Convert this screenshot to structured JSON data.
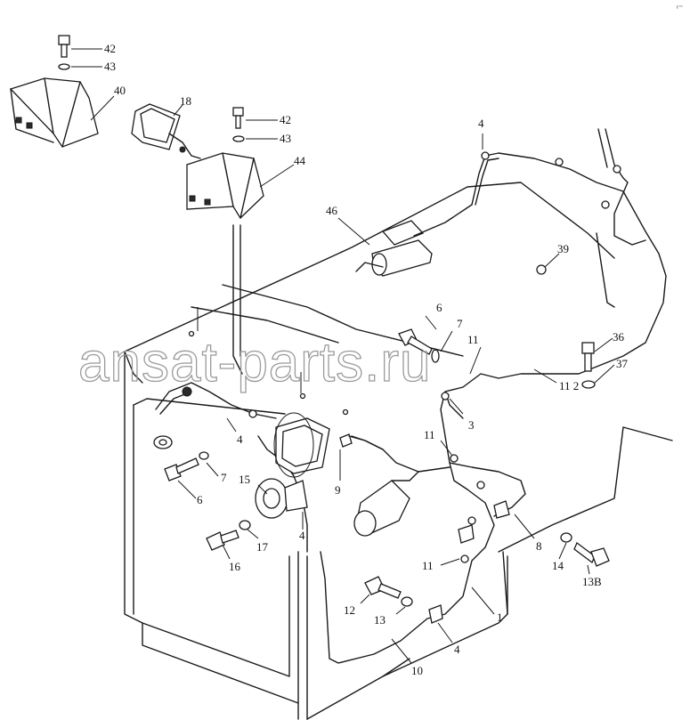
{
  "watermark": "ansat-parts.ru",
  "corner_mark": "ʳ⁻",
  "callouts": [
    {
      "id": "c42a",
      "text": "42"
    },
    {
      "id": "c43a",
      "text": "43"
    },
    {
      "id": "c40",
      "text": "40"
    },
    {
      "id": "c18",
      "text": "18"
    },
    {
      "id": "c42b",
      "text": "42"
    },
    {
      "id": "c43b",
      "text": "43"
    },
    {
      "id": "c44",
      "text": "44"
    },
    {
      "id": "c4a",
      "text": "4"
    },
    {
      "id": "c46",
      "text": "46"
    },
    {
      "id": "c39",
      "text": "39"
    },
    {
      "id": "c6a",
      "text": "6"
    },
    {
      "id": "c7a",
      "text": "7"
    },
    {
      "id": "c11a",
      "text": "11"
    },
    {
      "id": "c36",
      "text": "36"
    },
    {
      "id": "c37",
      "text": "37"
    },
    {
      "id": "c3",
      "text": "3"
    },
    {
      "id": "c11_2",
      "text": "11 2"
    },
    {
      "id": "c4b",
      "text": "4"
    },
    {
      "id": "c7b",
      "text": "7"
    },
    {
      "id": "c6b",
      "text": "6"
    },
    {
      "id": "c11b",
      "text": "11"
    },
    {
      "id": "c9",
      "text": "9"
    },
    {
      "id": "c15",
      "text": "15"
    },
    {
      "id": "c4c",
      "text": "4"
    },
    {
      "id": "c17",
      "text": "17"
    },
    {
      "id": "c16",
      "text": "16"
    },
    {
      "id": "c8",
      "text": "8"
    },
    {
      "id": "c14",
      "text": "14"
    },
    {
      "id": "c13B",
      "text": "13B"
    },
    {
      "id": "c11c",
      "text": "11"
    },
    {
      "id": "c12",
      "text": "12"
    },
    {
      "id": "c13",
      "text": "13"
    },
    {
      "id": "c1",
      "text": "1"
    },
    {
      "id": "c4d",
      "text": "4"
    },
    {
      "id": "c10",
      "text": "10"
    }
  ]
}
